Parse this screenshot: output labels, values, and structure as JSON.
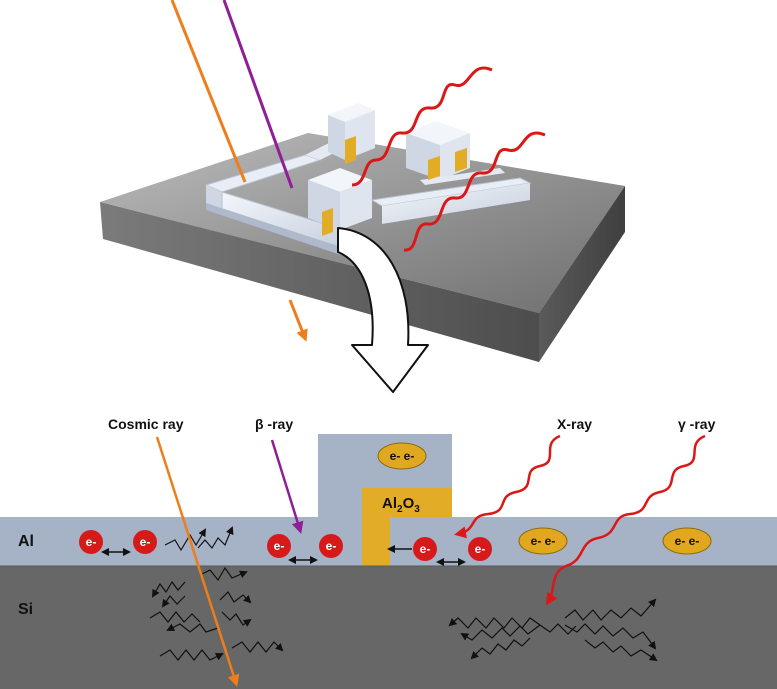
{
  "radiation_labels": {
    "cosmic": "Cosmic ray",
    "beta": "β -ray",
    "xray": "X-ray",
    "gamma": "γ -ray"
  },
  "layer_labels": {
    "al": "Al",
    "si": "Si"
  },
  "oxide_label": "Al2O3",
  "electron_symbol": "e-",
  "electron_pair": "e- e-",
  "colors": {
    "cosmic": "#ee7d1c",
    "beta": "#8e1f95",
    "xray": "#dc1717",
    "gamma": "#dc1717",
    "aluminum": "#a6b2c6",
    "silicon": "#676767",
    "oxide": "#e3ac27",
    "electron": "#d61a1a",
    "cooper_pair": "#e0a81e"
  }
}
